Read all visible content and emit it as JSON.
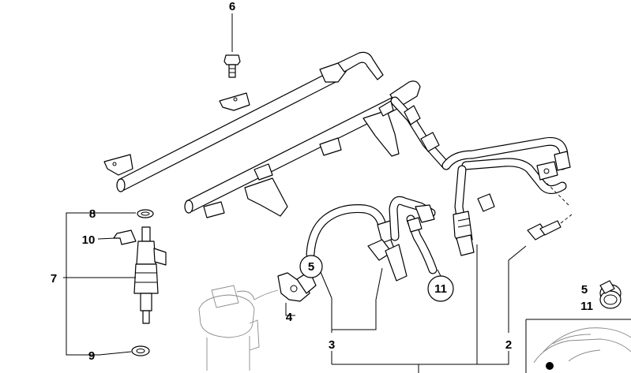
{
  "callouts": {
    "c2": "2",
    "c3": "3",
    "c4": "4",
    "c5": "5",
    "c6": "6",
    "c7": "7",
    "c8": "8",
    "c9": "9",
    "c10": "10",
    "c11": "11"
  },
  "circled": {
    "c5": "5",
    "c11": "11"
  },
  "inset": {
    "label_top": "5",
    "label_bottom": "11"
  }
}
